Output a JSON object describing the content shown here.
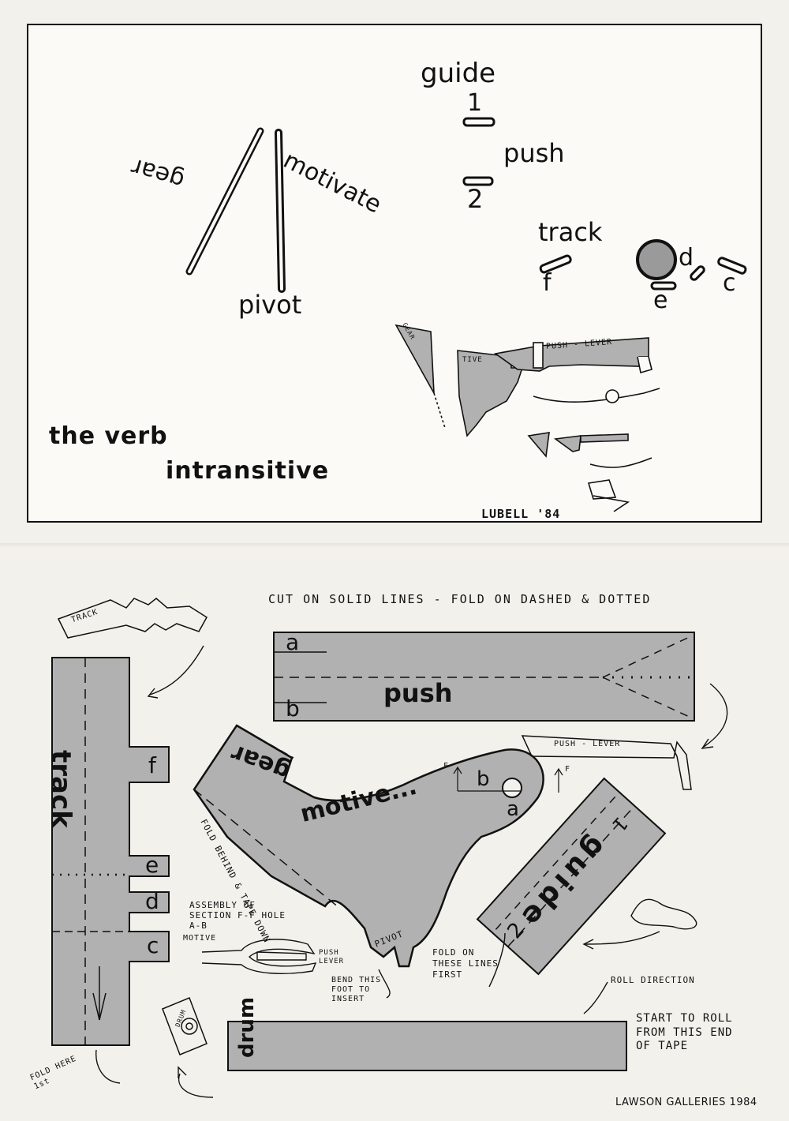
{
  "top": {
    "title_line1": "the verb",
    "title_line2": "intransitive",
    "signature": "LUBELL '84",
    "labels": {
      "guide": "guide",
      "one": "1",
      "push": "push",
      "two": "2",
      "gear": "gear",
      "motivate": "motivate",
      "pivot": "pivot",
      "track": "track",
      "d": "d",
      "f": "f",
      "e": "e",
      "c": "c"
    },
    "sketch_labels": {
      "push_lever": "PUSH - LEVER",
      "tive": "TIVE",
      "gear": "GEAR"
    }
  },
  "bottom": {
    "instruction": "CUT ON SOLID LINES - FOLD ON DASHED & DOTTED",
    "push_piece": {
      "label": "push",
      "a": "a",
      "b": "b"
    },
    "track_piece": {
      "label": "track",
      "tabs": [
        "f",
        "e",
        "d",
        "c"
      ]
    },
    "gear_piece": {
      "label": "gear"
    },
    "motive_piece": {
      "label": "motive...",
      "fold_note": "FOLD BEHIND & TAPE DOWN",
      "pivot": "PIVOT",
      "b": "b",
      "a": "a",
      "f_left": "F",
      "f_right": "F"
    },
    "guide_piece": {
      "label": "guide",
      "one": "1",
      "two": "2"
    },
    "drum_piece": {
      "label": "drum"
    },
    "notes": {
      "track_sketch": "TRACK",
      "push_lever": "PUSH - LEVER",
      "assembly": "ASSEMBLY OF SECTION F-F HOLE A-B",
      "motive": "MOTIVE",
      "push_lever_small": "PUSH LEVER",
      "bend": "BEND THIS FOOT TO INSERT",
      "fold_first": "FOLD ON THESE LINES FIRST",
      "roll_direction": "ROLL DIRECTION",
      "start_roll": "START TO ROLL FROM THIS END OF TAPE",
      "fold_here": "FOLD HERE 1st",
      "drum_small": "DRUM"
    },
    "credit": "LAWSON GALLERIES 1984"
  },
  "colors": {
    "paper": "#f3f1ec",
    "piece_gray": "#b1b1b1",
    "ink": "#111111"
  }
}
